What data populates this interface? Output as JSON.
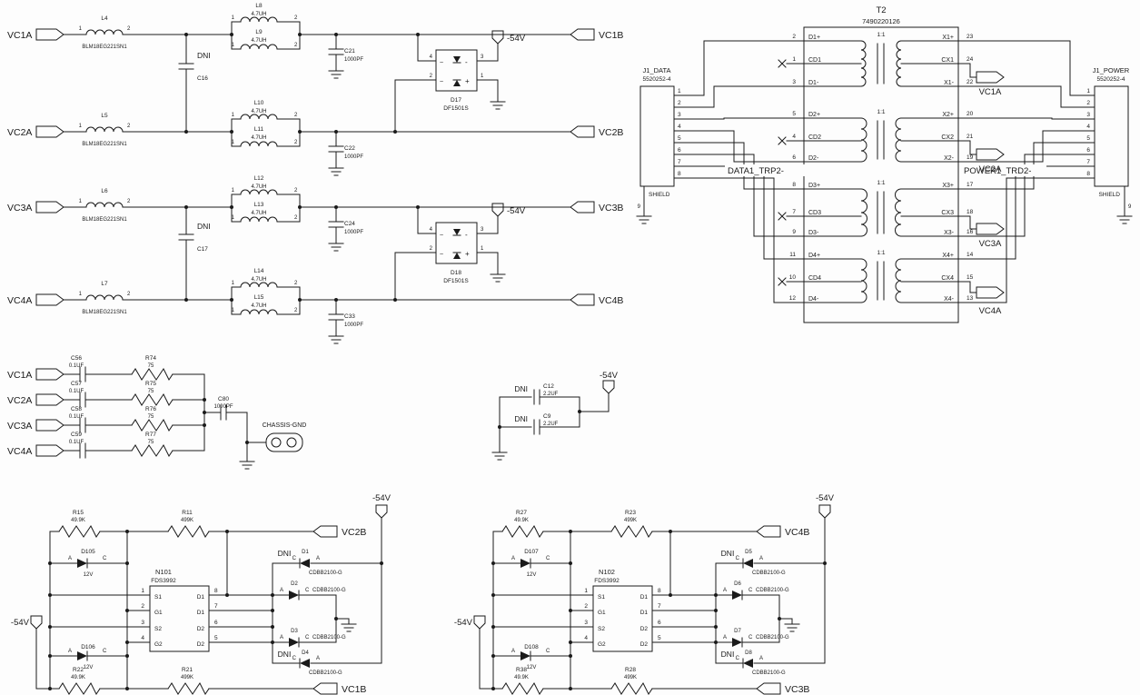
{
  "k": {
    "p1": "1",
    "p2": "2",
    "p3": "3",
    "p4": "4",
    "p5": "5",
    "p6": "6",
    "p7": "7",
    "p8": "8",
    "p9": "9",
    "a": "A",
    "c": "C",
    "dni": "DNI",
    "neg54": "-54V",
    "ratio": "1:1",
    "uh": "4.7UH",
    "fbval": "BLM18EG221SN1",
    "pf1000": "1000PF",
    "uf01": "0.1UF",
    "uf22": "2.2UF",
    "ohm75": "75",
    "dfval": "DF1501S",
    "dval": "CDBB2100-G",
    "zval": "12V",
    "icval": "FDS3992",
    "minus": "-",
    "plus": "+",
    "tilde": "~",
    "chassis": "CHASSIS-GND",
    "shield": "SHIELD"
  },
  "filters": [
    {
      "in": "VC1A",
      "out": "VC1B",
      "fb": "L4",
      "lt": "L8",
      "lb": "L9",
      "cap": "C21"
    },
    {
      "in": "VC2A",
      "out": "VC2B",
      "fb": "L5",
      "lt": "L10",
      "lb": "L11",
      "cap": "C22"
    },
    {
      "in": "VC3A",
      "out": "VC3B",
      "fb": "L6",
      "lt": "L12",
      "lb": "L13",
      "cap": "C24"
    },
    {
      "in": "VC4A",
      "out": "VC4B",
      "fb": "L7",
      "lt": "L14",
      "lb": "L15",
      "cap": "C33"
    }
  ],
  "dnicaps": {
    "c16": "C16",
    "c17": "C17"
  },
  "bridges": [
    {
      "ref": "D17"
    },
    {
      "ref": "D18"
    }
  ],
  "rc": [
    {
      "in": "VC1A",
      "cap": "C56",
      "res": "R74"
    },
    {
      "in": "VC2A",
      "cap": "C57",
      "res": "R75"
    },
    {
      "in": "VC3A",
      "cap": "C58",
      "res": "R76"
    },
    {
      "in": "VC4A",
      "cap": "C59",
      "res": "R77"
    }
  ],
  "c80": "C80",
  "midcaps": [
    {
      "ref": "C12"
    },
    {
      "ref": "C9"
    }
  ],
  "xfmr": {
    "ref": "T2",
    "part": "7490220126",
    "jl": {
      "name": "J1_DATA",
      "part": "5520252-4"
    },
    "jr": {
      "name": "J1_POWER",
      "part": "5520252-4"
    },
    "net_l": "DATA1_TRP2-",
    "net_r": "POWER1_TRD2-",
    "lp": [
      {
        "n": "2",
        "s": "D1+"
      },
      {
        "n": "1",
        "s": "CD1"
      },
      {
        "n": "3",
        "s": "D1-"
      },
      {
        "n": "5",
        "s": "D2+"
      },
      {
        "n": "4",
        "s": "CD2"
      },
      {
        "n": "6",
        "s": "D2-"
      },
      {
        "n": "8",
        "s": "D3+"
      },
      {
        "n": "7",
        "s": "CD3"
      },
      {
        "n": "9",
        "s": "D3-"
      },
      {
        "n": "11",
        "s": "D4+"
      },
      {
        "n": "10",
        "s": "CD4"
      },
      {
        "n": "12",
        "s": "D4-"
      }
    ],
    "rp": [
      {
        "n": "23",
        "s": "X1+"
      },
      {
        "n": "24",
        "s": "CX1"
      },
      {
        "n": "22",
        "s": "X1-"
      },
      {
        "n": "20",
        "s": "X2+"
      },
      {
        "n": "21",
        "s": "CX2"
      },
      {
        "n": "19",
        "s": "X2-"
      },
      {
        "n": "17",
        "s": "X3+"
      },
      {
        "n": "18",
        "s": "CX3"
      },
      {
        "n": "16",
        "s": "X3-"
      },
      {
        "n": "14",
        "s": "X4+"
      },
      {
        "n": "15",
        "s": "CX4"
      },
      {
        "n": "13",
        "s": "X4-"
      }
    ],
    "taps": [
      "VC1A",
      "VC2A",
      "VC3A",
      "VC4A"
    ]
  },
  "drv": [
    {
      "rtl": "R15",
      "rtlv": "49.9K",
      "rtr": "R11",
      "rtrv": "499K",
      "dz1": "D105",
      "dz2": "D106",
      "ic": "N101",
      "outt": "VC2B",
      "outb": "VC1B",
      "d1": "D1",
      "d2": "D2",
      "d3": "D3",
      "d4": "D4",
      "rbl": "R22",
      "rblv": "49.9K",
      "rbr": "R21",
      "rbrv": "499K"
    },
    {
      "rtl": "R27",
      "rtlv": "49.9K",
      "rtr": "R23",
      "rtrv": "499K",
      "dz1": "D107",
      "dz2": "D108",
      "ic": "N102",
      "outt": "VC4B",
      "outb": "VC3B",
      "d1": "D5",
      "d2": "D6",
      "d3": "D7",
      "d4": "D8",
      "rbl": "R38",
      "rblv": "49.9K",
      "rbr": "R28",
      "rbrv": "499K"
    }
  ],
  "icpins": {
    "l": [
      {
        "n": "1",
        "s": "S1"
      },
      {
        "n": "2",
        "s": "G1"
      },
      {
        "n": "3",
        "s": "S2"
      },
      {
        "n": "4",
        "s": "G2"
      }
    ],
    "r": [
      {
        "n": "8",
        "s": "D1"
      },
      {
        "n": "7",
        "s": "D1"
      },
      {
        "n": "6",
        "s": "D2"
      },
      {
        "n": "5",
        "s": "D2"
      }
    ]
  }
}
